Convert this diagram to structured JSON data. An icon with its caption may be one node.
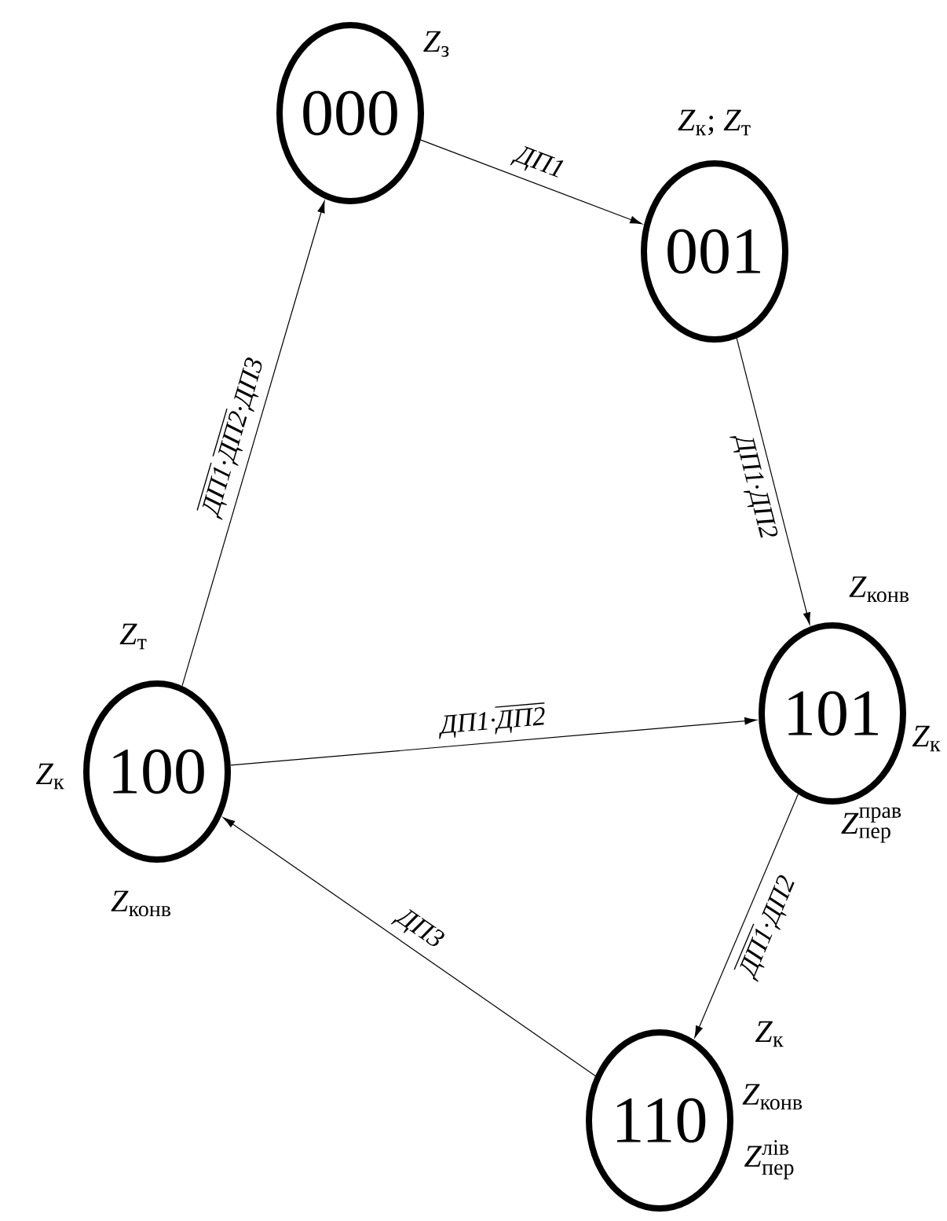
{
  "diagram": {
    "nodes": [
      {
        "text": [
          "000"
        ],
        "beside": [
          "\\text{\\textit{Z}}_{\\text{з}}"
        ]
      },
      {
        "text": [
          "001"
        ],
        "beside": [
          "\\text{\\textit{Z}}_{\\text{к}}\\text{; }\\text{\\textit{Z}}_{\\text{т}}"
        ]
      },
      {
        "text": [
          "100"
        ],
        "beside": [
          "\\text{\\textit{Z}}_{\\text{т}}",
          "\\text{\\textit{Z}}_{\\text{к}}",
          "\\text{\\textit{Z}}_{\\text{конв}}"
        ]
      },
      {
        "text": [
          "101"
        ],
        "beside": [
          "\\text{\\textit{Z}}_{\\text{конв}}",
          "\\text{\\textit{Z}}_{\\text{к}}",
          "\\text{\\textit{Z}}_{\\text{пер}}^{\\text{прав}}"
        ]
      },
      {
        "text": [
          "110"
        ],
        "beside": [
          "\\text{\\textit{Z}}_{\\text{к}}",
          "\\text{\\textit{Z}}_{\\text{конв}}",
          "\\text{\\textit{Z}}_{\\text{пер}}^{\\text{лів}}"
        ]
      }
    ],
    "edges": [
      {
        "from": 0,
        "to": 1,
        "arrow": "to",
        "label": "\\text{ДП1}"
      },
      {
        "from": 1,
        "to": 3,
        "arrow": "to",
        "label": "\\text{ДП1·ДП2}"
      },
      {
        "from": 2,
        "to": 0,
        "arrow": "to",
        "label": "\\overline{\\text{ДП1}}\\text{·}\\overline{\\text{ДП2}}\\text{·ДП3}"
      },
      {
        "from": 2,
        "to": 3,
        "arrow": "to",
        "label": "\\text{ДП1·}\\overline{\\text{ДП2}}"
      },
      {
        "from": 3,
        "to": 4,
        "arrow": "to",
        "label": "\\overline{\\text{ДП1}}\\text{·ДП2}"
      },
      {
        "from": 4,
        "to": 2,
        "arrow": "to",
        "label": "\\text{ДП3}"
      }
    ]
  }
}
